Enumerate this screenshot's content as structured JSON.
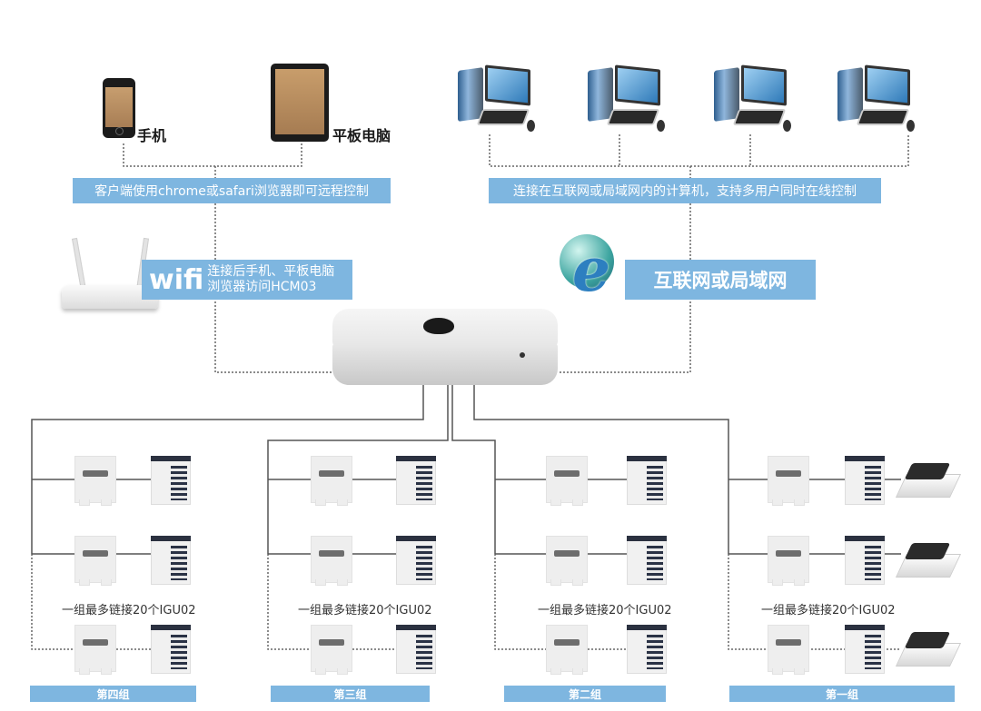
{
  "top_left": {
    "devices": [
      {
        "name": "phone",
        "label": "手机"
      },
      {
        "name": "tablet",
        "label": "平板电脑"
      }
    ],
    "caption": "客户端使用chrome或safari浏览器即可远程控制"
  },
  "top_right": {
    "computer_count": 4,
    "caption": "连接在互联网或局域网内的计算机，支持多用户同时在线控制"
  },
  "wifi": {
    "badge": "wifi",
    "line1": "连接后手机、平板电脑",
    "line2": "浏览器访问HCM03"
  },
  "network": {
    "label": "互联网或局域网"
  },
  "hub": {
    "name": "HCM03"
  },
  "groups": [
    {
      "label": "第四组",
      "note": "一组最多链接20个IGU02",
      "has_cassette": false
    },
    {
      "label": "第三组",
      "note": "一组最多链接20个IGU02",
      "has_cassette": false
    },
    {
      "label": "第二组",
      "note": "一组最多链接20个IGU02",
      "has_cassette": false
    },
    {
      "label": "第一组",
      "note": "一组最多链接20个IGU02",
      "has_cassette": true
    }
  ],
  "colors": {
    "accent_blue": "#7eb6e0",
    "wire": "#555555",
    "dotted": "#666666"
  }
}
